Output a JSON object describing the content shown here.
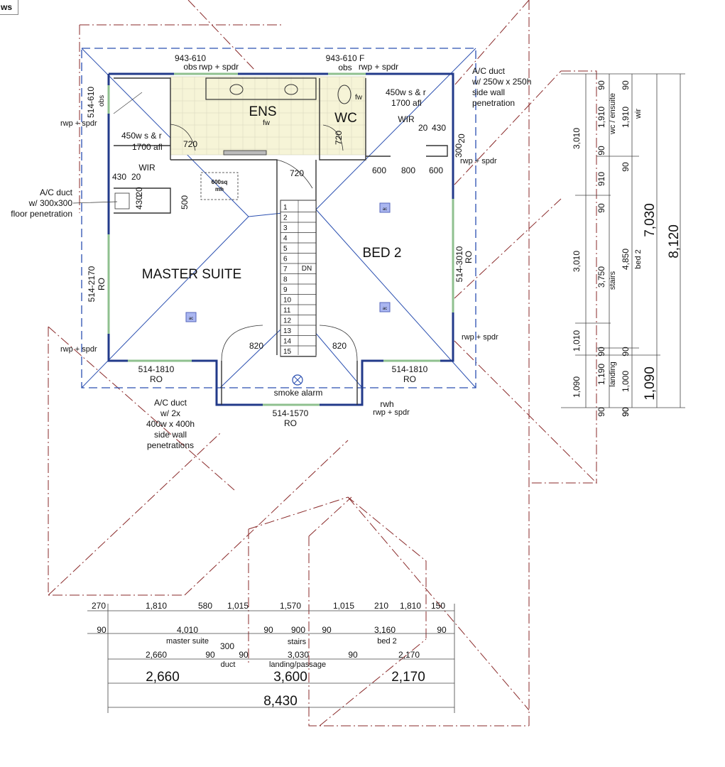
{
  "tab": "ws",
  "rooms": {
    "master": "MASTER SUITE",
    "ens": "ENS",
    "wc": "WC",
    "bed2": "BED 2",
    "wir": "WIR",
    "wir2": "WIR",
    "dn": "DN",
    "fw": "fw",
    "fw2": "fw",
    "smoke": "smoke alarm"
  },
  "labels": {
    "w943_left": "943-610",
    "w943_left_sub": "obs",
    "rwp_top_left": "rwp + spdr",
    "w943_right": "943-610 F",
    "w943_right_sub": "obs",
    "rwp_top_right": "rwp + spdr",
    "ac_duct_tr_1": "A/C duct",
    "ac_duct_tr_2": "w/ 250w x 250h",
    "ac_duct_tr_3": "side wall",
    "ac_duct_tr_4": "penetration",
    "w514_610": "514-610",
    "w514_610_sub": "obs",
    "rwp_left_top": "rwp + spdr",
    "sr_left_1": "450w s & r",
    "sr_left_2": "1700 afl",
    "sr_right_1": "450w s & r",
    "sr_right_2": "1700 afl",
    "ac_duct_l_1": "A/C duct",
    "ac_duct_l_2": "w/ 300x300",
    "ac_duct_l_3": "floor penetration",
    "d720_a": "720",
    "d720_b": "720",
    "d720_c": "720",
    "d430_20_a": "430",
    "d20_a": "20",
    "d20_v": "20",
    "d430_v": "430",
    "d500": "500",
    "mh_1": "600sq",
    "mh_2": "mh",
    "d600_a": "600",
    "d800": "800",
    "d600_b": "600",
    "d20_430_a": "20",
    "d20_430_b": "430",
    "d20_v2": "20",
    "d300": "300",
    "rwp_right_top": "rwp + spdr",
    "w514_3010": "514-3010",
    "w514_3010_sub": "RO",
    "w514_2170": "514-2170",
    "w514_2170_sub": "RO",
    "rwp_right_mid": "rwp + spdr",
    "rwp_left_bot": "rwp + spdr",
    "d820_a": "820",
    "d820_b": "820",
    "w514_1810_l": "514-1810",
    "w514_1810_l_sub": "RO",
    "w514_1810_r": "514-1810",
    "w514_1810_r_sub": "RO",
    "w514_1570": "514-1570",
    "w514_1570_sub": "RO",
    "rwh": "rwh",
    "rwp_bot": "rwp + spdr",
    "ac_duct_b_1": "A/C duct",
    "ac_duct_b_2": "w/ 2x",
    "ac_duct_b_3": "400w x 400h",
    "ac_duct_b_4": "side wall",
    "ac_duct_b_5": "penetrations",
    "ac_tag": "ac",
    "stairs": [
      "1",
      "2",
      "3",
      "4",
      "5",
      "6",
      "7",
      "8",
      "9",
      "10",
      "11",
      "12",
      "13",
      "14",
      "15"
    ]
  },
  "dims_right": {
    "c1": [
      "3,010",
      "3,010",
      "1,010",
      "1,090"
    ],
    "c2": [
      "90",
      "1,910",
      "90",
      "910",
      "90",
      "3,750",
      "90",
      "1,190",
      "90"
    ],
    "c2_sub": [
      "wc / ensuite",
      "stairs",
      "landing"
    ],
    "c3": [
      "90",
      "1,910",
      "90",
      "90",
      "4,850",
      "90",
      "1,000",
      "90"
    ],
    "c3_sub": [
      "wir",
      "bed 2"
    ],
    "c4": "7,030",
    "c4b": "1,090",
    "c5": "8,120"
  },
  "dims_bottom": {
    "r1": [
      "270",
      "1,810",
      "580",
      "1,015",
      "1,570",
      "1,015",
      "210",
      "1,810",
      "150"
    ],
    "r2": [
      "90",
      "4,010",
      "90",
      "900",
      "90",
      "3,160",
      "90"
    ],
    "r2_sub": [
      "master suite",
      "stairs",
      "bed 2"
    ],
    "r3": [
      "2,660",
      "90",
      "300",
      "90",
      "3,030",
      "90",
      "2,170"
    ],
    "r3_sub": [
      "duct",
      "landing/passage"
    ],
    "r4": [
      "2,660",
      "3,600",
      "2,170"
    ],
    "r5": "8,430"
  }
}
